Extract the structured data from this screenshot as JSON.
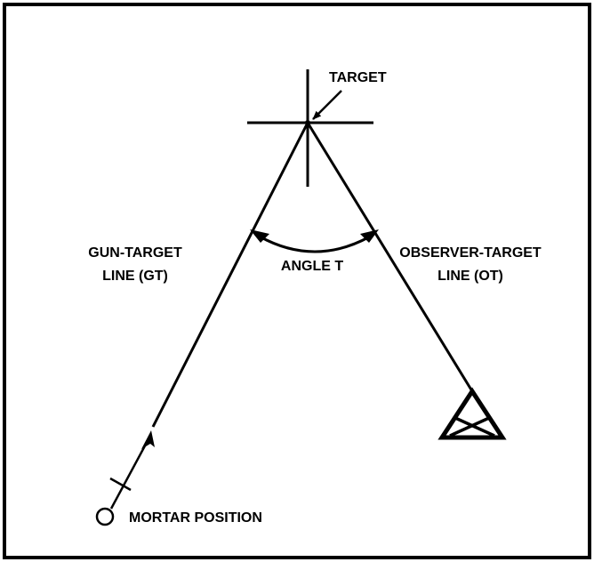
{
  "labels": {
    "target": "TARGET",
    "gun_target_line_1": "GUN-TARGET",
    "gun_target_line_2": "LINE (GT)",
    "angle": "ANGLE T",
    "observer_target_line_1": "OBSERVER-TARGET",
    "observer_target_line_2": "LINE (OT)",
    "mortar_position": "MORTAR POSITION"
  },
  "icons": {
    "target": "crosshair-icon",
    "observer": "observer-triangle-icon",
    "mortar": "mortar-circle-icon"
  },
  "colors": {
    "ink": "#000000",
    "background": "#ffffff"
  }
}
